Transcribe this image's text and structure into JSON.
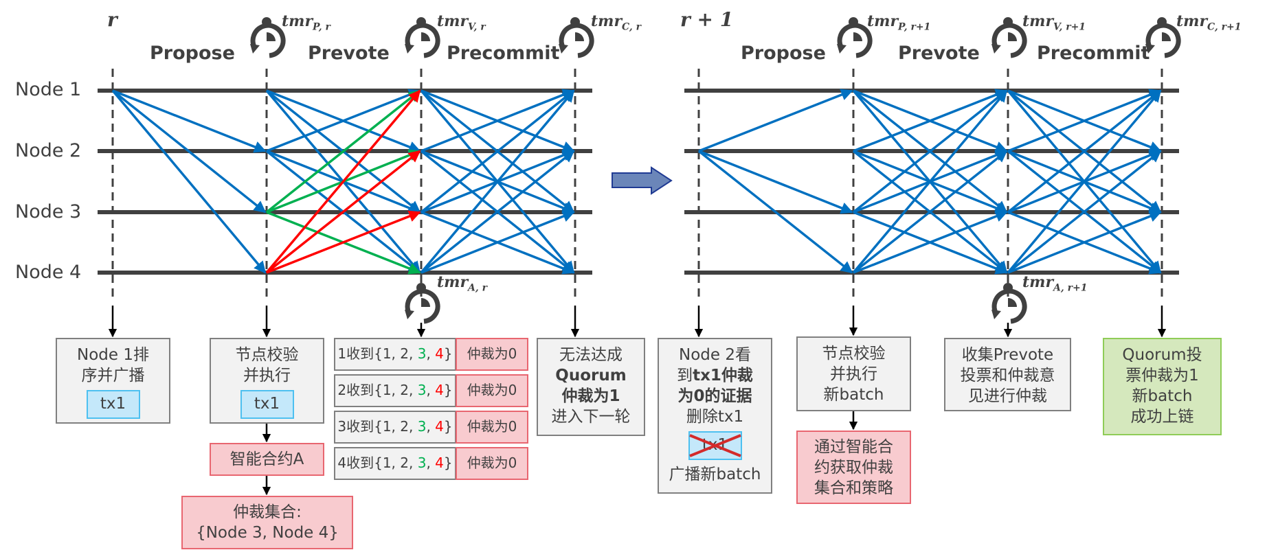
{
  "nodes": [
    "Node 1",
    "Node 2",
    "Node 3",
    "Node 4"
  ],
  "rounds": [
    {
      "label": "r",
      "phases": [
        "Propose",
        "Prevote",
        "Precommit"
      ],
      "timers": {
        "propose": {
          "base": "tmr",
          "sub": "P, r"
        },
        "prevote": {
          "base": "tmr",
          "sub": "V, r"
        },
        "precommit": {
          "base": "tmr",
          "sub": "C, r"
        },
        "arbitration": {
          "base": "tmr",
          "sub": "A, r"
        }
      }
    },
    {
      "label": "r + 1",
      "phases": [
        "Propose",
        "Prevote",
        "Precommit"
      ],
      "timers": {
        "propose": {
          "base": "tmr",
          "sub": "P, r+1"
        },
        "prevote": {
          "base": "tmr",
          "sub": "V, r+1"
        },
        "precommit": {
          "base": "tmr",
          "sub": "C, r+1"
        },
        "arbitration": {
          "base": "tmr",
          "sub": "A, r+1"
        }
      }
    }
  ],
  "colors": {
    "message": "#0070c0",
    "node3_vote": "#00b050",
    "node4_vote": "#ff0000",
    "timeline": "#404040",
    "transition_arrow_fill": "#6b86b9",
    "transition_arrow_stroke": "#1f3a93"
  },
  "messages": {
    "round_r": {
      "propose": [
        {
          "from": 1,
          "to": 2,
          "color": "message"
        },
        {
          "from": 1,
          "to": 3,
          "color": "message"
        },
        {
          "from": 1,
          "to": 4,
          "color": "message"
        }
      ],
      "prevote": [
        {
          "from": 1,
          "to": 2,
          "color": "message"
        },
        {
          "from": 1,
          "to": 3,
          "color": "message"
        },
        {
          "from": 1,
          "to": 4,
          "color": "message"
        },
        {
          "from": 2,
          "to": 1,
          "color": "message"
        },
        {
          "from": 2,
          "to": 3,
          "color": "message"
        },
        {
          "from": 2,
          "to": 4,
          "color": "message"
        },
        {
          "from": 3,
          "to": 1,
          "color": "node3_vote"
        },
        {
          "from": 3,
          "to": 2,
          "color": "node3_vote"
        },
        {
          "from": 3,
          "to": 4,
          "color": "node3_vote"
        },
        {
          "from": 4,
          "to": 1,
          "color": "node4_vote"
        },
        {
          "from": 4,
          "to": 2,
          "color": "node4_vote"
        },
        {
          "from": 4,
          "to": 3,
          "color": "node4_vote"
        }
      ],
      "precommit": "all-to-all"
    },
    "round_r1": {
      "propose": [
        {
          "from": 2,
          "to": 1,
          "color": "message"
        },
        {
          "from": 2,
          "to": 3,
          "color": "message"
        },
        {
          "from": 2,
          "to": 4,
          "color": "message"
        }
      ],
      "prevote": "all-to-all",
      "precommit": "all-to-all"
    }
  },
  "boxes": {
    "node1_propose": {
      "lines": [
        "Node 1排",
        "序并广播"
      ],
      "tx": "tx1"
    },
    "validate": {
      "lines": [
        "节点校验",
        "并执行"
      ],
      "tx": "tx1"
    },
    "contract": {
      "text": "智能合约A"
    },
    "arbitration_set": {
      "lines": [
        "仲裁集合:",
        "{Node 3, Node 4}"
      ]
    },
    "received": [
      {
        "prefix": "1收到{1, 2, ",
        "g": "3",
        "sep": ", ",
        "r": "4",
        "suffix": "}",
        "verdict": "仲裁为0"
      },
      {
        "prefix": "2收到{1, 2, ",
        "g": "3",
        "sep": ", ",
        "r": "4",
        "suffix": "}",
        "verdict": "仲裁为0"
      },
      {
        "prefix": "3收到{1, 2, ",
        "g": "3",
        "sep": ", ",
        "r": "4",
        "suffix": "}",
        "verdict": "仲裁为0"
      },
      {
        "prefix": "4收到{1, 2, ",
        "g": "3",
        "sep": ", ",
        "r": "4",
        "suffix": "}",
        "verdict": "仲裁为0"
      }
    ],
    "no_quorum": {
      "line1": "无法达成",
      "line2": "Quorum",
      "line3": "仲裁为1",
      "line4": "进入下一轮"
    },
    "node2_propose": {
      "line1": "Node 2看",
      "line2a": "到",
      "line2b": "tx1仲裁",
      "line3": "为0的证据",
      "line4": "删除tx1",
      "tx": "tx1",
      "line5": "广播新batch"
    },
    "validate_new": {
      "lines": [
        "节点校验",
        "并执行",
        "新batch"
      ]
    },
    "contract_fetch": {
      "lines": [
        "通过智能合",
        "约获取仲裁",
        "集合和策略"
      ]
    },
    "collect": {
      "lines": [
        "收集Prevote",
        "投票和仲裁意",
        "见进行仲裁"
      ]
    },
    "success": {
      "lines": [
        "Quorum投",
        "票仲裁为1",
        "新batch",
        "成功上链"
      ]
    }
  }
}
